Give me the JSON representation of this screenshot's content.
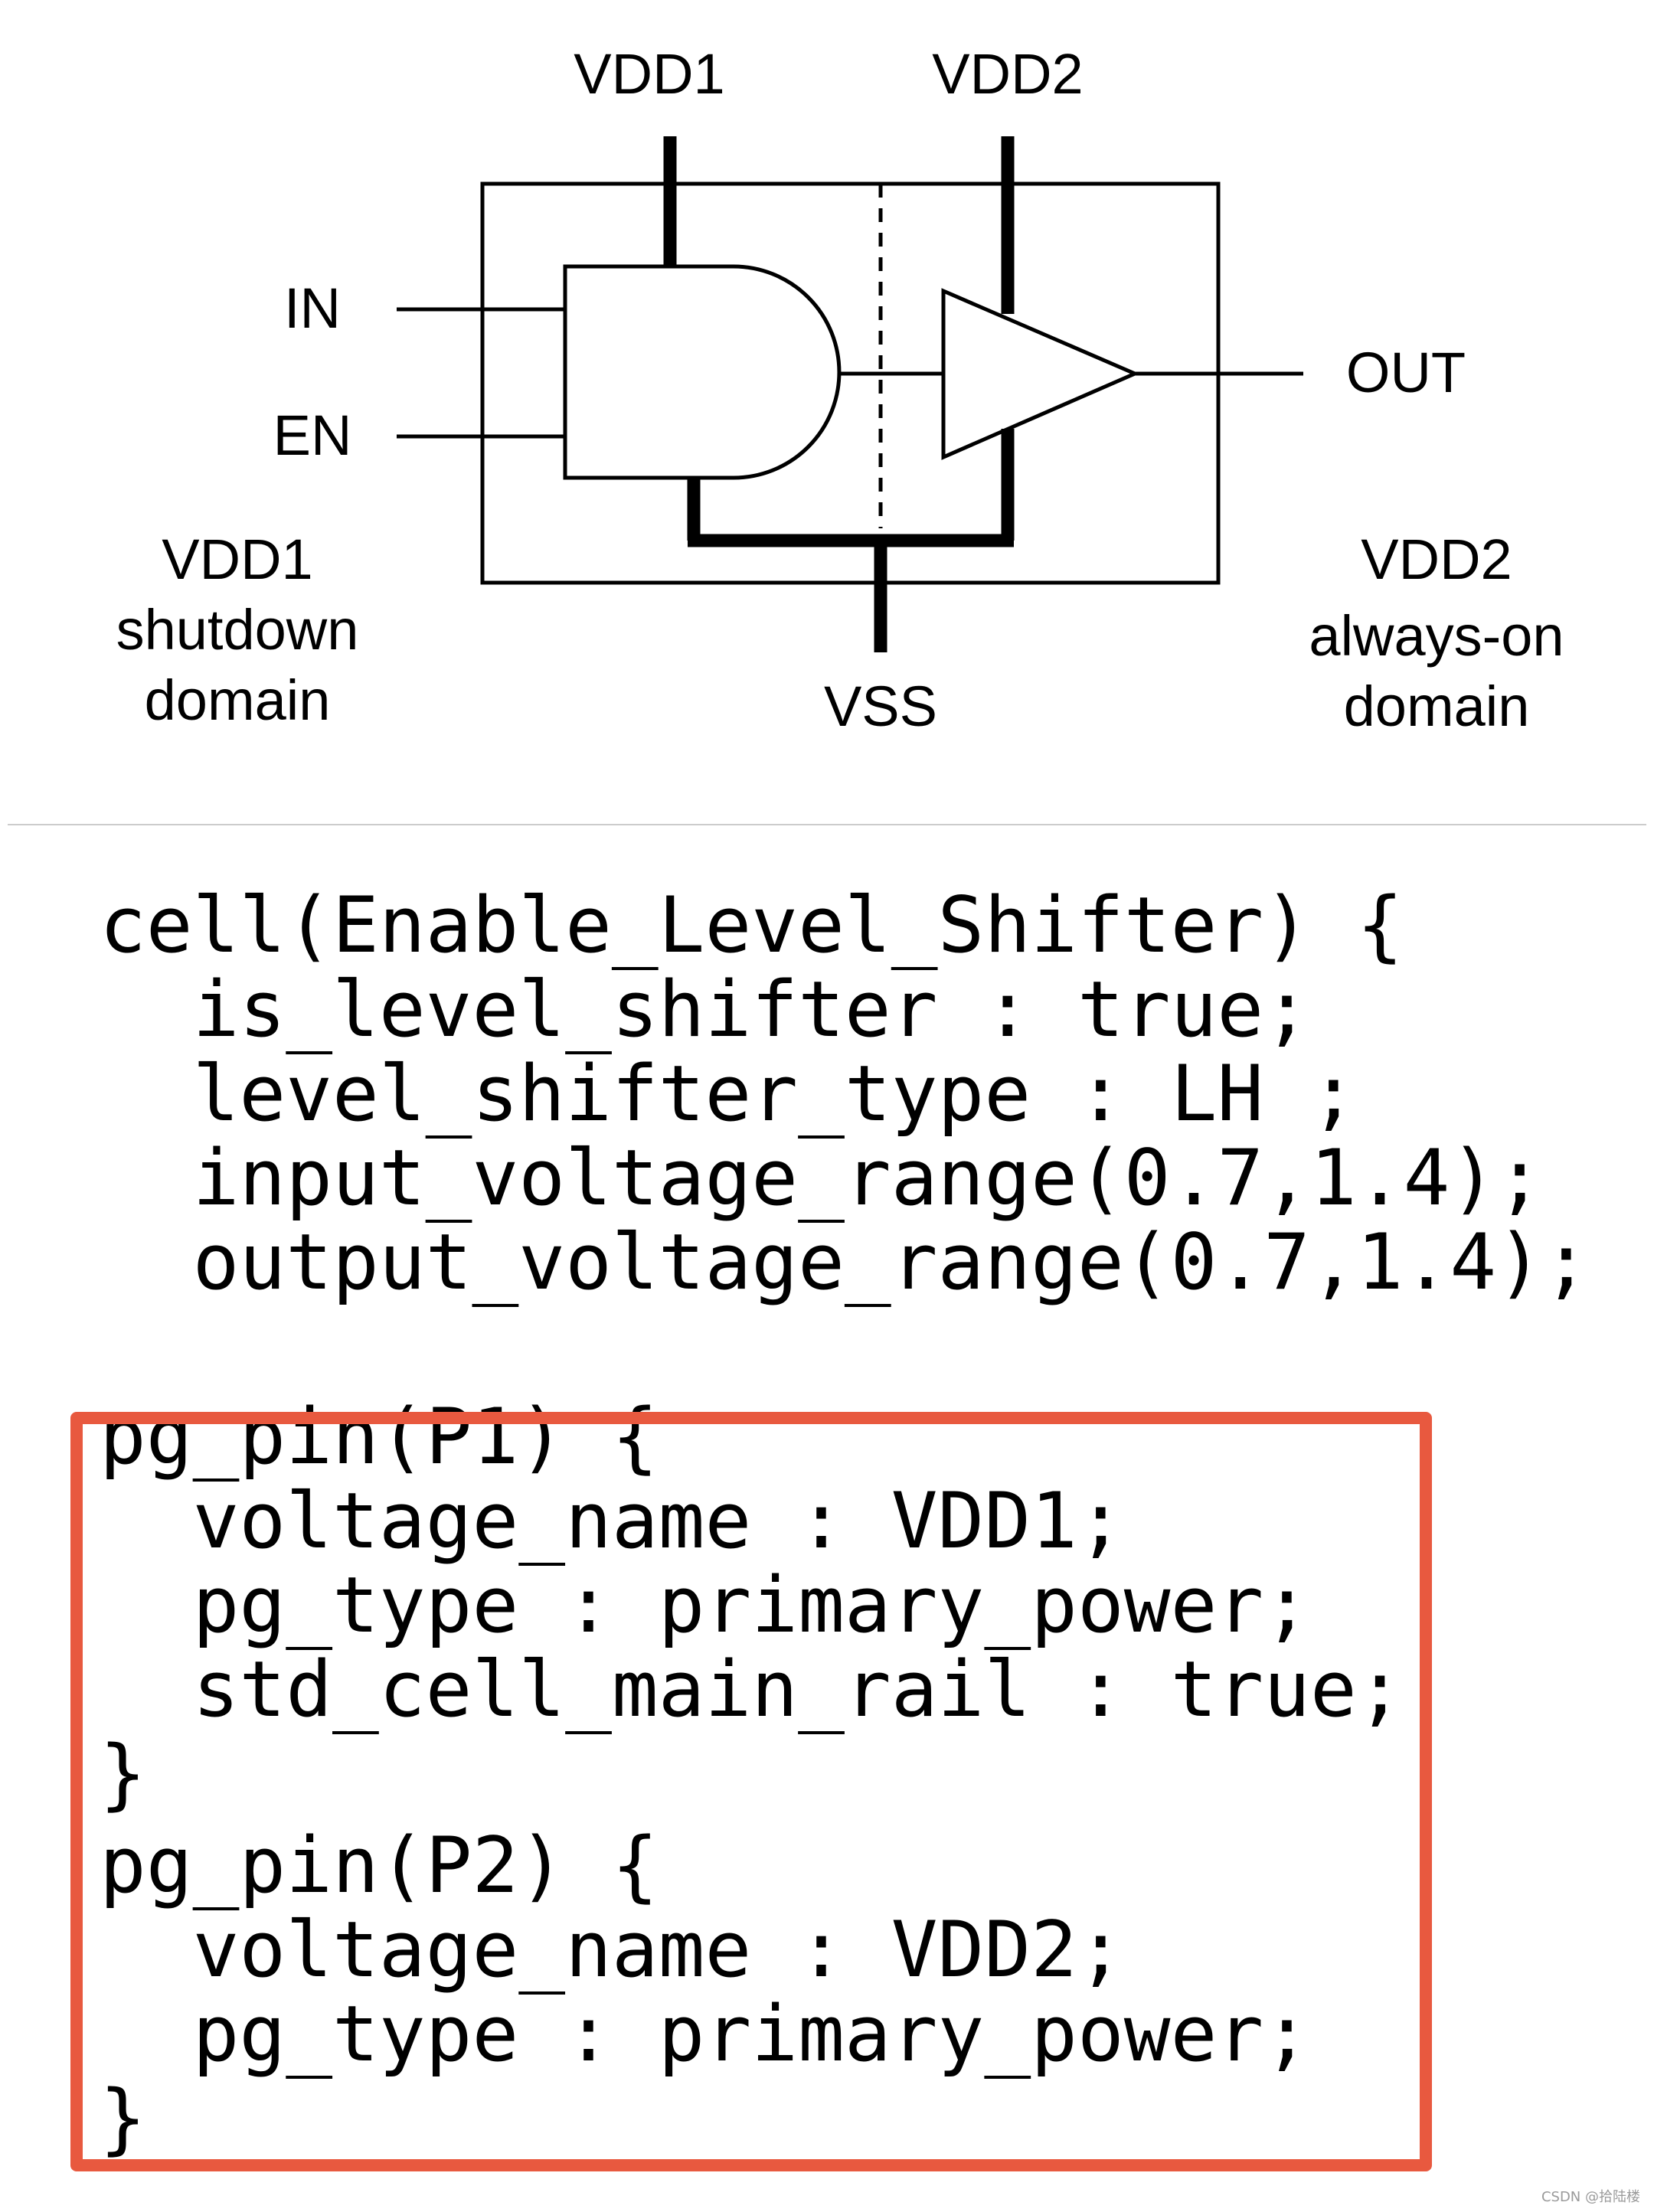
{
  "diagram": {
    "labels": {
      "vdd1": "VDD1",
      "vdd2": "VDD2",
      "in": "IN",
      "en": "EN",
      "out": "OUT",
      "vss": "VSS",
      "left_domain": [
        "VDD1",
        "shutdown",
        "domain"
      ],
      "right_domain": [
        "VDD2",
        "always-on",
        "domain"
      ]
    }
  },
  "code": {
    "lines": [
      "cell(Enable_Level_Shifter) {",
      "  is_level_shifter : true;",
      "  level_shifter_type : LH ;",
      "  input_voltage_range(0.7,1.4);",
      "  output_voltage_range(0.7,1.4);",
      "pg_pin(P1) {",
      "  voltage_name : VDD1;",
      "  pg_type : primary_power;",
      "  std_cell_main_rail : true;",
      "}",
      "pg_pin(P2) {",
      "  voltage_name : VDD2;",
      "  pg_type : primary_power;",
      "}"
    ]
  },
  "highlight": {
    "color": "#e8593f"
  },
  "watermark": "CSDN @拾陆楼"
}
